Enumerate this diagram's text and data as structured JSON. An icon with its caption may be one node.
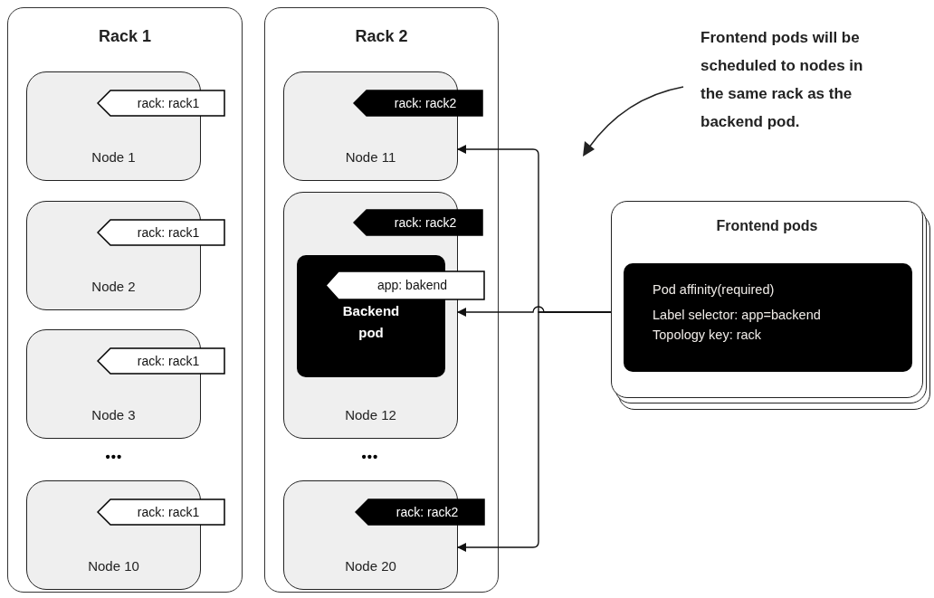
{
  "diagram": {
    "nodes": [
      {
        "text": [
          "Rack 1"
        ]
      },
      {
        "text": [
          "Node 1"
        ],
        "in": 0
      },
      {
        "text": [
          "rack: rack1"
        ],
        "in": 0
      },
      {
        "text": [
          "Node 2"
        ],
        "in": 0
      },
      {
        "text": [
          "rack: rack1"
        ],
        "in": 0
      },
      {
        "text": [
          "Node 3"
        ],
        "in": 0
      },
      {
        "text": [
          "rack: rack1"
        ],
        "in": 0
      },
      {
        "text": [
          "Node 10"
        ],
        "in": 0
      },
      {
        "text": [
          "rack: rack1"
        ],
        "in": 0
      },
      {
        "text": [
          "Rack 2"
        ]
      },
      {
        "text": [
          "Node 11"
        ],
        "in": 9
      },
      {
        "text": [
          "rack: rack2"
        ],
        "in": 9
      },
      {
        "text": [
          "Node 12"
        ],
        "in": 9
      },
      {
        "text": [
          "rack: rack2"
        ],
        "in": 9
      },
      {
        "text": [
          "Backend pod"
        ],
        "in": 12
      },
      {
        "text": [
          "app: bakend"
        ],
        "in": 9
      },
      {
        "text": [
          "Node 20"
        ],
        "in": 9
      },
      {
        "text": [
          "rack: rack2"
        ],
        "in": 9
      },
      {
        "text": [
          "Frontend pods"
        ]
      },
      {
        "text": [
          "Pod affinity(required)",
          "Label selector: app=backend",
          "Topology key: rack"
        ],
        "in": 18
      }
    ],
    "edges": [
      {
        "from": 18,
        "to": 10,
        "arrow": "to"
      },
      {
        "from": 18,
        "to": 12,
        "arrow": "to"
      },
      {
        "from": 18,
        "to": 16,
        "arrow": "to"
      }
    ],
    "labels": [
      "•••",
      "•••",
      "Frontend pods will be scheduled to nodes in the same rack as the backend pod."
    ]
  }
}
